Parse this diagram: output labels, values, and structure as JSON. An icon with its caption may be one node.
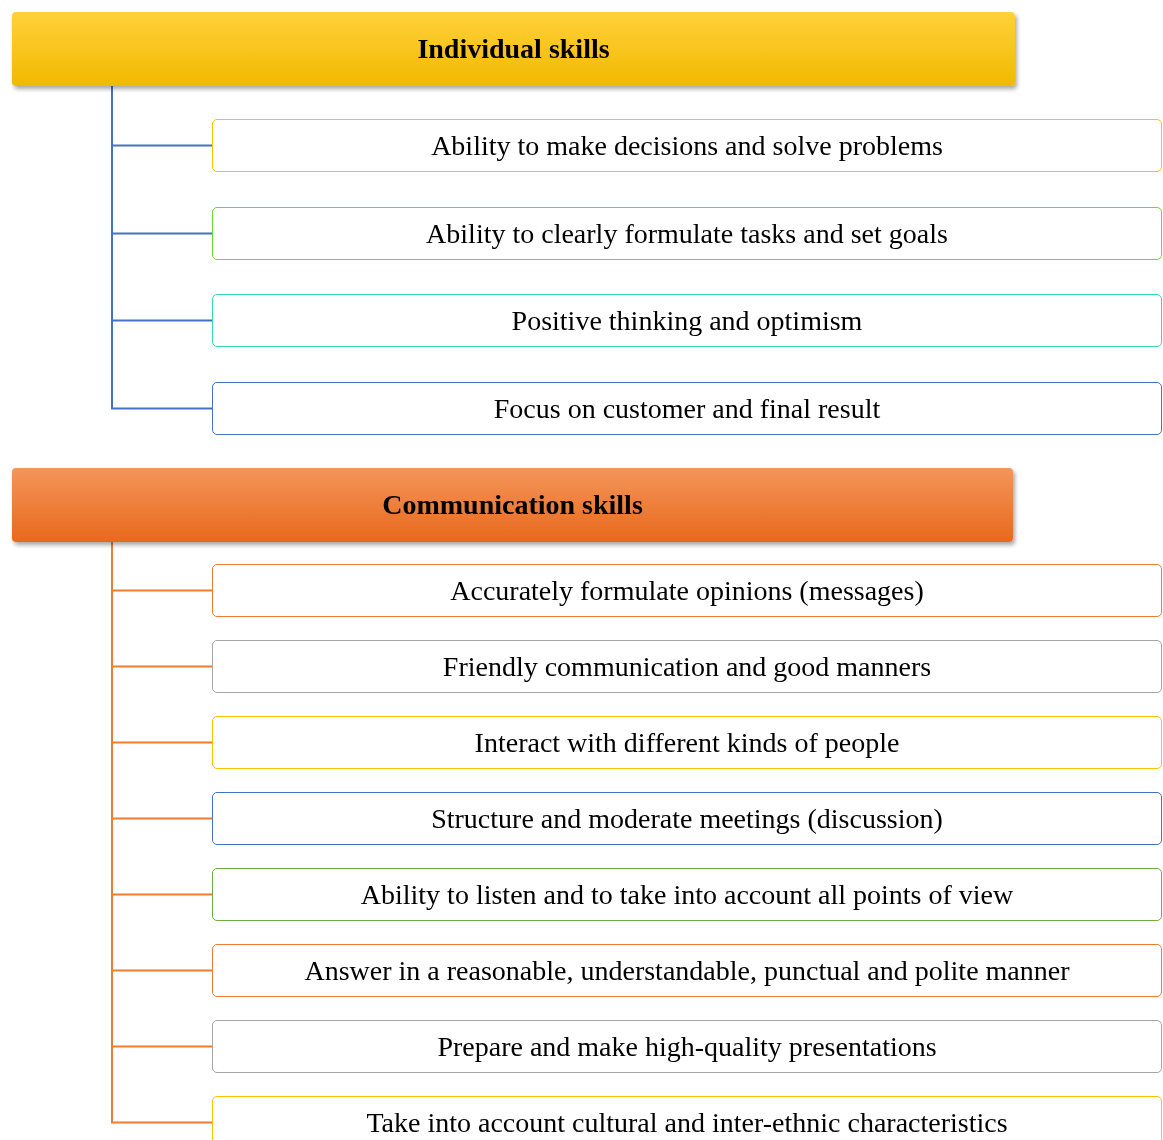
{
  "diagram": {
    "nodes": [
      {
        "text": [
          "Individual skills"
        ]
      },
      {
        "text": [
          "Ability to make decisions and solve problems"
        ]
      },
      {
        "text": [
          "Ability to clearly formulate tasks and set goals"
        ]
      },
      {
        "text": [
          "Positive thinking and optimism"
        ]
      },
      {
        "text": [
          "Focus on customer and final result"
        ]
      },
      {
        "text": [
          "Communication skills"
        ]
      },
      {
        "text": [
          "Accurately formulate opinions (messages)"
        ]
      },
      {
        "text": [
          "Friendly communication and good manners"
        ]
      },
      {
        "text": [
          "Interact with different kinds of people"
        ]
      },
      {
        "text": [
          "Structure and moderate meetings (discussion)"
        ]
      },
      {
        "text": [
          "Ability to listen and to take into account all points of view"
        ]
      },
      {
        "text": [
          "Answer in a reasonable, understandable, punctual and polite manner"
        ]
      },
      {
        "text": [
          "Prepare and make high-quality presentations"
        ]
      },
      {
        "text": [
          "Take into account cultural and inter-ethnic characteristics"
        ]
      }
    ],
    "edges": [
      {
        "from": 0,
        "to": 1,
        "arrow": "none",
        "color": "#4472c4"
      },
      {
        "from": 0,
        "to": 2,
        "arrow": "none",
        "color": "#4472c4"
      },
      {
        "from": 0,
        "to": 3,
        "arrow": "none",
        "color": "#4472c4"
      },
      {
        "from": 0,
        "to": 4,
        "arrow": "none",
        "color": "#4472c4"
      },
      {
        "from": 5,
        "to": 6,
        "arrow": "none"
      },
      {
        "from": 5,
        "to": 7,
        "arrow": "none"
      },
      {
        "from": 5,
        "to": 8,
        "arrow": "none"
      },
      {
        "from": 5,
        "to": 9,
        "arrow": "none"
      },
      {
        "from": 5,
        "to": 10,
        "arrow": "none"
      },
      {
        "from": 5,
        "to": 11,
        "arrow": "none"
      },
      {
        "from": 5,
        "to": 12,
        "arrow": "none"
      },
      {
        "from": 5,
        "to": 13,
        "arrow": "none"
      }
    ]
  }
}
